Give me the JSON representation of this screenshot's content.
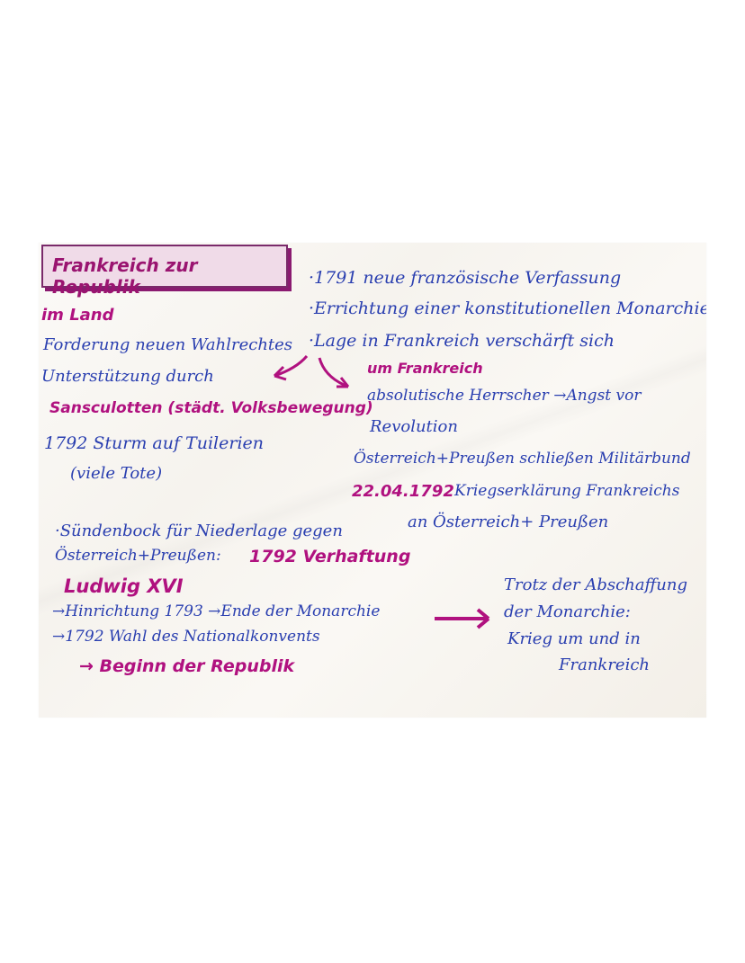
{
  "title": "Frankreich zur Republik",
  "left": {
    "heading": "im Land",
    "line1": "Forderung neuen Wahlrechtes",
    "line2": "Unterstützung durch",
    "sansculottes": "Sansculotten (städt. Volksbewegung)",
    "line3": "1792 Sturm auf Tuilerien",
    "line4": "(viele Tote)"
  },
  "right": {
    "b1": "·1791 neue französische Verfassung",
    "b2": "·Errichtung einer konstitutionellen Monarchie",
    "b3": "·Lage in Frankreich verschärft sich",
    "heading": "um Frankreich",
    "r1": "absolutische Herrscher →Angst vor",
    "r2": "Revolution",
    "r3": "Österreich+Preußen schließen Militärbund",
    "date": "22.04.1792",
    "r4": "Kriegserklärung Frankreichs",
    "r5": "an Österreich+ Preußen"
  },
  "bottom": {
    "s1": "·Sündenbock für Niederlage gegen",
    "s2": "Österreich+Preußen:",
    "arrest": "1792 Verhaftung",
    "ludwig": "Ludwig XVI",
    "h1": "→Hinrichtung 1793 →Ende der Monarchie",
    "h2": "→1792 Wahl des Nationalkonvents",
    "beginn": "→ Beginn der Republik"
  },
  "conclusion": {
    "c1": "Trotz der Abschaffung",
    "c2": "der Monarchie:",
    "c3": "Krieg um und in",
    "c4": "Frankreich"
  },
  "colors": {
    "ink_blue": "#2a3fb0",
    "ink_magenta": "#b0117f",
    "title_bg": "#f0dbe8"
  }
}
